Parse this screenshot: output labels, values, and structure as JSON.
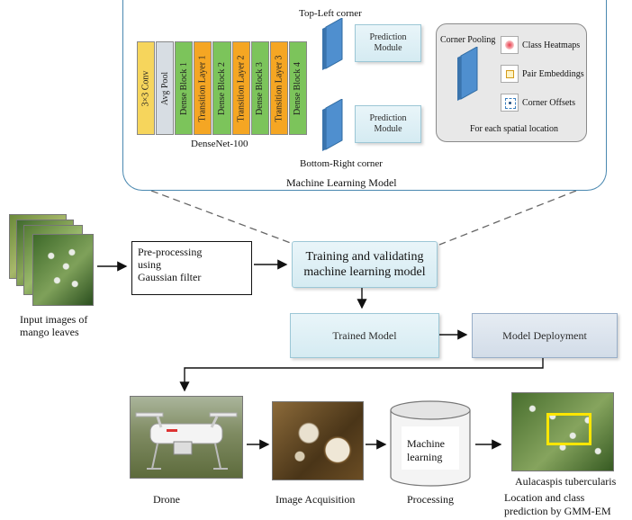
{
  "ml_model": {
    "title": "Machine  Learning Model",
    "layers": [
      {
        "label": "3×3 Conv",
        "color": "#f6d55c"
      },
      {
        "label": "Avg Pool",
        "color": "#d7dde3"
      },
      {
        "label": "Dense Block 1",
        "color": "#7cc45b"
      },
      {
        "label": "Transition Layer 1",
        "color": "#f5a623"
      },
      {
        "label": "Dense Block 2",
        "color": "#7cc45b"
      },
      {
        "label": "Transition Layer 2",
        "color": "#f5a623"
      },
      {
        "label": "Dense Block 3",
        "color": "#7cc45b"
      },
      {
        "label": "Transition Layer 3",
        "color": "#f5a623"
      },
      {
        "label": "Dense Block 4",
        "color": "#7cc45b"
      }
    ],
    "backbone_label": "DenseNet-100",
    "top_corner_label": "Top-Left corner",
    "bottom_corner_label": "Bottom-Right corner",
    "prediction_module_top": [
      "Prediction",
      "Module"
    ],
    "prediction_module_bottom": [
      "Prediction",
      "Module"
    ],
    "corner_pooling_label": "Corner Pooling",
    "outputs": [
      "Class Heatmaps",
      "Pair Embeddings",
      "Corner Offsets"
    ],
    "spatial_note": "For each spatial location"
  },
  "pipeline": {
    "input_caption": [
      "Input images of",
      "mango leaves"
    ],
    "preprocessing": [
      "Pre-processing",
      "using",
      "Gaussian filter"
    ],
    "training": [
      "Training and validating",
      "machine learning model"
    ],
    "trained_model": "Trained Model",
    "deployment": "Model Deployment"
  },
  "bottom_row": {
    "drone": "Drone",
    "acquisition": "Image Acquisition",
    "ml_box": [
      "Machine",
      "learning"
    ],
    "processing": "Processing",
    "species": "Aulacaspis tubercularis",
    "result": [
      "Location and class",
      "prediction by GMM-EM"
    ]
  },
  "colors": {
    "accent_blue": "#5b9bd5",
    "box_fill": "#dfeff5",
    "box_border": "#9cc7d6",
    "bbox_yellow": "#ffe600"
  }
}
